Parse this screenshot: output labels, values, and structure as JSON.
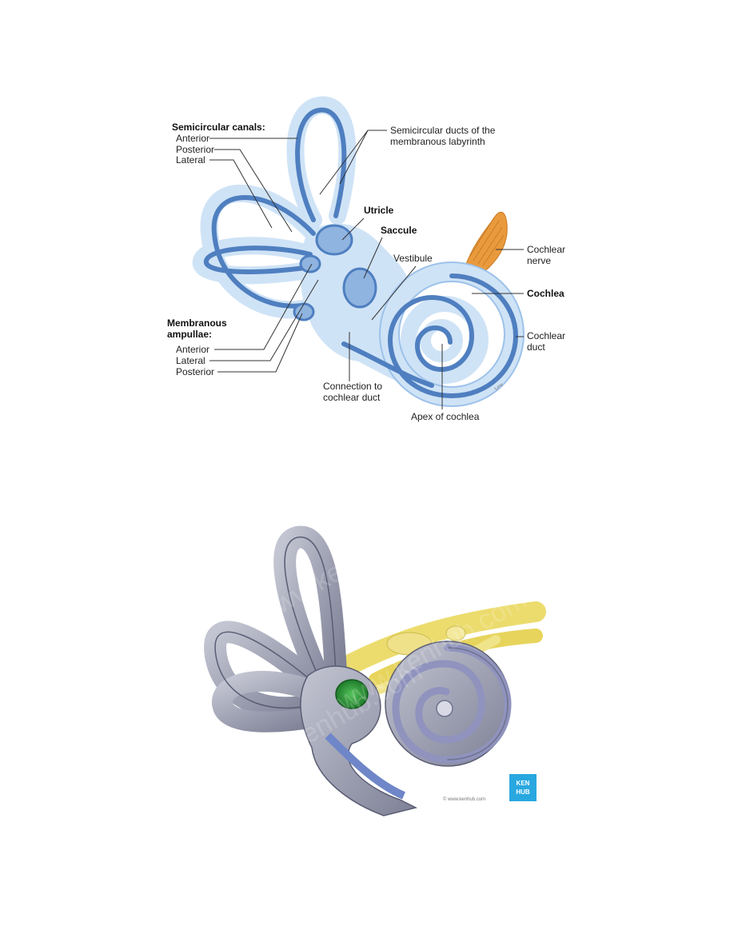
{
  "figure1": {
    "semicircular_canals": {
      "heading": "Semicircular canals:",
      "items": [
        "Anterior",
        "Posterior",
        "Lateral"
      ]
    },
    "semicircular_ducts": [
      "Semicircular ducts of the",
      "membranous labyrinth"
    ],
    "utricle": "Utricle",
    "saccule": "Saccule",
    "vestibule": "Vestibule",
    "cochlear_nerve": [
      "Cochlear",
      "nerve"
    ],
    "cochlea": "Cochlea",
    "cochlear_duct": [
      "Cochlear",
      "duct"
    ],
    "membranous_ampullae": {
      "heading": [
        "Membranous",
        "ampullae:"
      ],
      "items": [
        "Anterior",
        "Lateral",
        "Posterior"
      ]
    },
    "connection": [
      "Connection to",
      "cochlear duct"
    ],
    "apex": "Apex of cochlea",
    "signature": "Lew"
  },
  "figure2": {
    "logo": [
      "KEN",
      "HUB"
    ],
    "copyright": "© www.kenhub.com",
    "watermark": "www.kenhub.com"
  },
  "colors": {
    "labyrinth_light": "#cfe3f6",
    "labyrinth_mid": "#9dc2ea",
    "membranous_duct": "#4f7fc0",
    "cochlear_nerve": "#e99a3c",
    "bony_gray": "#9ea1b4",
    "nerve_yellow": "#ecdc6e",
    "organ_green": "#2e9a3a",
    "kenhub_blue": "#29a8e0"
  }
}
